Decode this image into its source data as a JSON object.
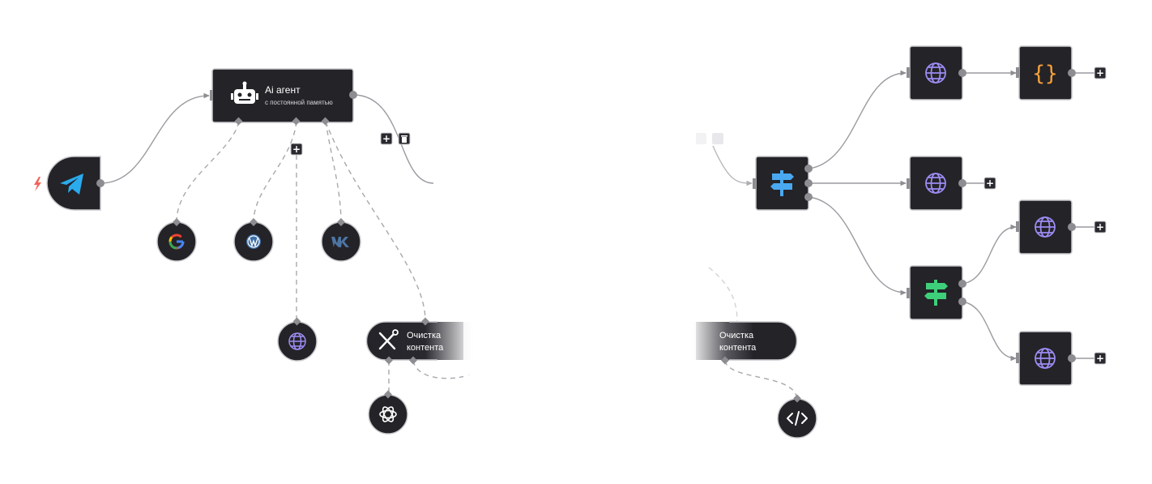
{
  "ai_agent": {
    "title": "Ai агент",
    "subtitle": "с постоянной памятью"
  },
  "cleanup_node": {
    "line1": "Очистка",
    "line2": "контента"
  },
  "buttons": {
    "add": "+"
  },
  "colors": {
    "node_fill": "#242328",
    "telegram": "#2AABEE",
    "globe": "#9b8cf2",
    "router_blue": "#4aa8f0",
    "router_green": "#3ecf7a",
    "json_orange": "#f5a23a",
    "trigger_red": "#f0645a"
  },
  "icons": [
    "lightning-icon",
    "telegram-icon",
    "robot-icon",
    "google-icon",
    "wordpress-icon",
    "vk-icon",
    "globe-icon",
    "tools-icon",
    "openai-icon",
    "code-icon",
    "signpost-icon",
    "json-braces-icon",
    "plus-icon",
    "trash-icon"
  ]
}
